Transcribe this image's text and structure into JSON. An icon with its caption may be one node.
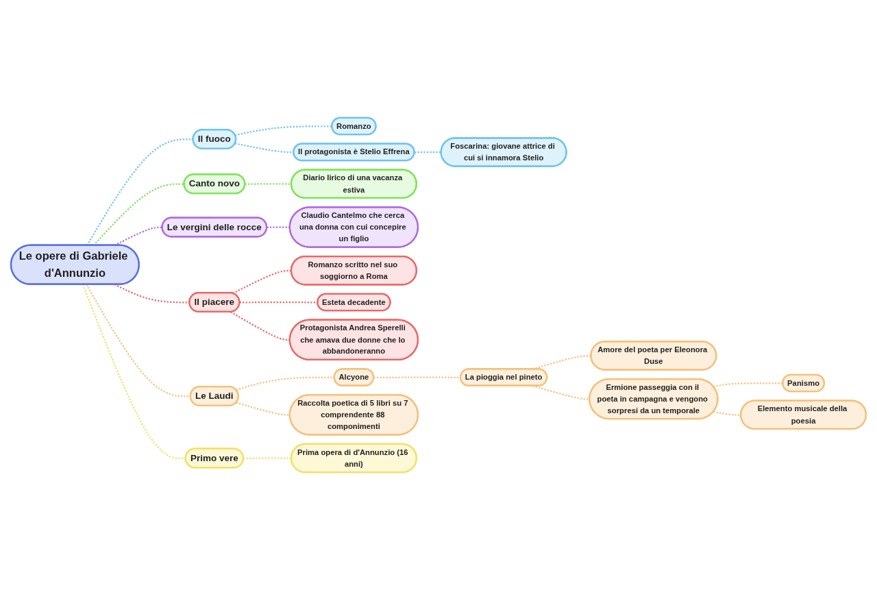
{
  "diagram": {
    "nodes": [
      {
        "text": [
          "Le opere di Gabriele d'Annunzio"
        ]
      },
      {
        "text": [
          "Il fuoco"
        ]
      },
      {
        "text": [
          "Romanzo"
        ]
      },
      {
        "text": [
          "Il protagonista è Stelio Effrena"
        ]
      },
      {
        "text": [
          "Foscarina: giovane attrice di cui si innamora Stelio"
        ]
      },
      {
        "text": [
          "Canto novo"
        ]
      },
      {
        "text": [
          "Diario lirico di una vacanza estiva"
        ]
      },
      {
        "text": [
          "Le vergini delle rocce"
        ]
      },
      {
        "text": [
          "Claudio Cantelmo che cerca una donna con cui concepire un figlio"
        ]
      },
      {
        "text": [
          "Il piacere"
        ]
      },
      {
        "text": [
          "Romanzo scritto nel suo soggiorno a Roma"
        ]
      },
      {
        "text": [
          "Esteta decadente"
        ]
      },
      {
        "text": [
          "Protagonista Andrea Sperelli che amava due donne che lo abbandoneranno"
        ]
      },
      {
        "text": [
          "Le Laudi"
        ]
      },
      {
        "text": [
          "Alcyone"
        ]
      },
      {
        "text": [
          "La pioggia nel pineto"
        ]
      },
      {
        "text": [
          "Amore del poeta per Eleonora Duse"
        ]
      },
      {
        "text": [
          "Ermione passeggia con il poeta in campagna e vengono sorpresi da un temporale"
        ]
      },
      {
        "text": [
          "Panismo"
        ]
      },
      {
        "text": [
          "Elemento musicale della poesia"
        ]
      },
      {
        "text": [
          "Raccolta poetica di 5 libri su 7 comprendente 88 componimenti"
        ]
      },
      {
        "text": [
          "Primo vere"
        ]
      },
      {
        "text": [
          "Prima opera di d'Annunzio (16 anni)"
        ]
      }
    ],
    "edges": [
      {
        "from": 0,
        "to": 1,
        "arrow": "none",
        "style": "dashed",
        "color": "#6cc4ec"
      },
      {
        "from": 1,
        "to": 2,
        "arrow": "none",
        "style": "dashed",
        "color": "#6cc4ec"
      },
      {
        "from": 1,
        "to": 3,
        "arrow": "none",
        "style": "dashed",
        "color": "#6cc4ec"
      },
      {
        "from": 3,
        "to": 4,
        "arrow": "none",
        "style": "dashed",
        "color": "#6cc4ec"
      },
      {
        "from": 0,
        "to": 5,
        "arrow": "none",
        "style": "dashed",
        "color": "#7ee35a"
      },
      {
        "from": 5,
        "to": 6,
        "arrow": "none",
        "style": "dashed",
        "color": "#7ee35a"
      },
      {
        "from": 0,
        "to": 7,
        "arrow": "none",
        "style": "dashed",
        "color": "#b06ae0"
      },
      {
        "from": 7,
        "to": 8,
        "arrow": "none",
        "style": "dashed",
        "color": "#b06ae0"
      },
      {
        "from": 0,
        "to": 9,
        "arrow": "none",
        "style": "dashed",
        "color": "#e86868"
      },
      {
        "from": 9,
        "to": 10,
        "arrow": "none",
        "style": "dashed",
        "color": "#e86868"
      },
      {
        "from": 9,
        "to": 11,
        "arrow": "none",
        "style": "dashed",
        "color": "#e86868"
      },
      {
        "from": 9,
        "to": 12,
        "arrow": "none",
        "style": "dashed",
        "color": "#e86868"
      },
      {
        "from": 0,
        "to": 13,
        "arrow": "none",
        "style": "dashed",
        "color": "#f5c07a"
      },
      {
        "from": 13,
        "to": 14,
        "arrow": "none",
        "style": "dashed",
        "color": "#f5c07a"
      },
      {
        "from": 14,
        "to": 15,
        "arrow": "none",
        "style": "dashed",
        "color": "#f5c07a"
      },
      {
        "from": 15,
        "to": 16,
        "arrow": "none",
        "style": "dashed",
        "color": "#f5c07a"
      },
      {
        "from": 15,
        "to": 17,
        "arrow": "none",
        "style": "dashed",
        "color": "#f5c07a"
      },
      {
        "from": 17,
        "to": 18,
        "arrow": "none",
        "style": "dashed",
        "color": "#f5c07a"
      },
      {
        "from": 17,
        "to": 19,
        "arrow": "none",
        "style": "dashed",
        "color": "#f5c07a"
      },
      {
        "from": 13,
        "to": 20,
        "arrow": "none",
        "style": "dashed",
        "color": "#f5c07a"
      },
      {
        "from": 0,
        "to": 21,
        "arrow": "none",
        "style": "dashed",
        "color": "#f3e066"
      },
      {
        "from": 21,
        "to": 22,
        "arrow": "none",
        "style": "dashed",
        "color": "#f3e066"
      }
    ]
  }
}
